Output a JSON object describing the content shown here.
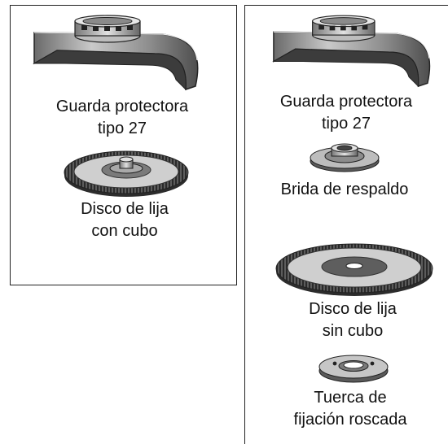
{
  "left_panel": {
    "guard_label": [
      "Guarda protectora",
      "tipo 27"
    ],
    "disc_label": [
      "Disco de lija",
      "con cubo"
    ]
  },
  "right_panel": {
    "guard_label": [
      "Guarda protectora",
      "tipo 27"
    ],
    "flange_label": [
      "Brida de respaldo"
    ],
    "disc_label": [
      "Disco de lija",
      "sin cubo"
    ],
    "nut_label": [
      "Tuerca de",
      "fijación roscada"
    ]
  },
  "colors": {
    "metal_light": "#d8d8d8",
    "metal_mid": "#a8a8a8",
    "metal_dark": "#555555",
    "abrasive": "#6e6e6e"
  }
}
